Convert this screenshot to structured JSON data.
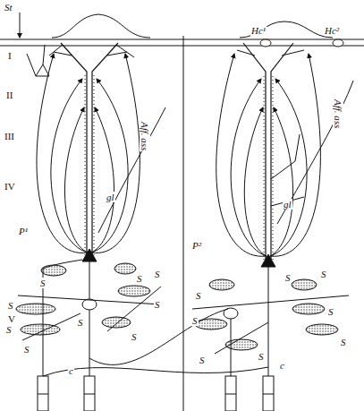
{
  "diagram": {
    "labels": [
      "St",
      "I",
      "II",
      "III",
      "IV",
      "V",
      "Hc¹",
      "Hc²",
      "Aff. ass",
      "Aff. ass",
      "P¹",
      "P²",
      "gl",
      "gl",
      "c",
      "c",
      "S",
      "S",
      "S",
      "S",
      "S",
      "S",
      "S",
      "S",
      "S",
      "S",
      "S",
      "S",
      "S",
      "S",
      "S",
      "S",
      "S"
    ]
  }
}
